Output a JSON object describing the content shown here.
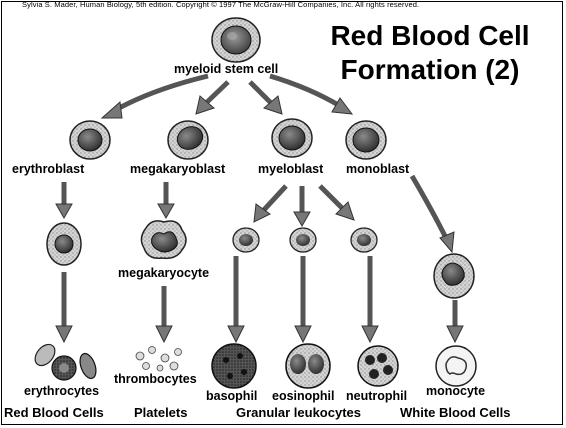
{
  "copyright": "Sylvia S. Mader, Human Biology, 5th edition. Copyright © 1997 The McGraw-Hill Companies, Inc. All rights reserved.",
  "title": {
    "line1": "Red Blood Cell",
    "line2": "Formation (2)"
  },
  "cells": {
    "myeloid_stem_cell": "myeloid stem cell",
    "erythroblast": "erythroblast",
    "megakaryoblast": "megakaryoblast",
    "myeloblast": "myeloblast",
    "monoblast": "monoblast",
    "megakaryocyte": "megakaryocyte",
    "erythrocytes": "erythrocytes",
    "thrombocytes": "thrombocytes",
    "basophil": "basophil",
    "eosinophil": "eosinophil",
    "neutrophil": "neutrophil",
    "monocyte": "monocyte"
  },
  "categories": {
    "red_blood_cells": "Red Blood Cells",
    "platelets": "Platelets",
    "granular_leukocytes": "Granular leukocytes",
    "white_blood_cells": "White Blood Cells"
  }
}
